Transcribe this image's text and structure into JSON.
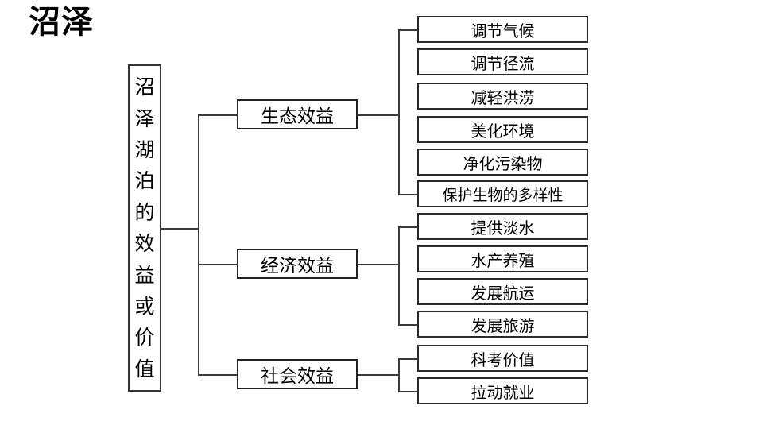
{
  "title": "沼泽",
  "root": {
    "label": "沼泽湖泊的效益或价值",
    "chars": [
      "沼",
      "泽",
      "湖",
      "泊",
      "的",
      "效",
      "益",
      "或",
      "价",
      "值"
    ]
  },
  "branches": [
    {
      "label": "生态效益",
      "leaves": [
        "调节气候",
        "调节径流",
        "减轻洪涝",
        "美化环境",
        "净化污染物",
        "保护生物的多样性"
      ]
    },
    {
      "label": "经济效益",
      "leaves": [
        "提供淡水",
        "水产养殖",
        "发展航运",
        "发展旅游"
      ]
    },
    {
      "label": "社会效益",
      "leaves": [
        "科考价值",
        "拉动就业"
      ]
    }
  ],
  "colors": {
    "background": "#ffffff",
    "text": "#000000",
    "box_border": "#222222",
    "connector": "#3a3a3a"
  }
}
